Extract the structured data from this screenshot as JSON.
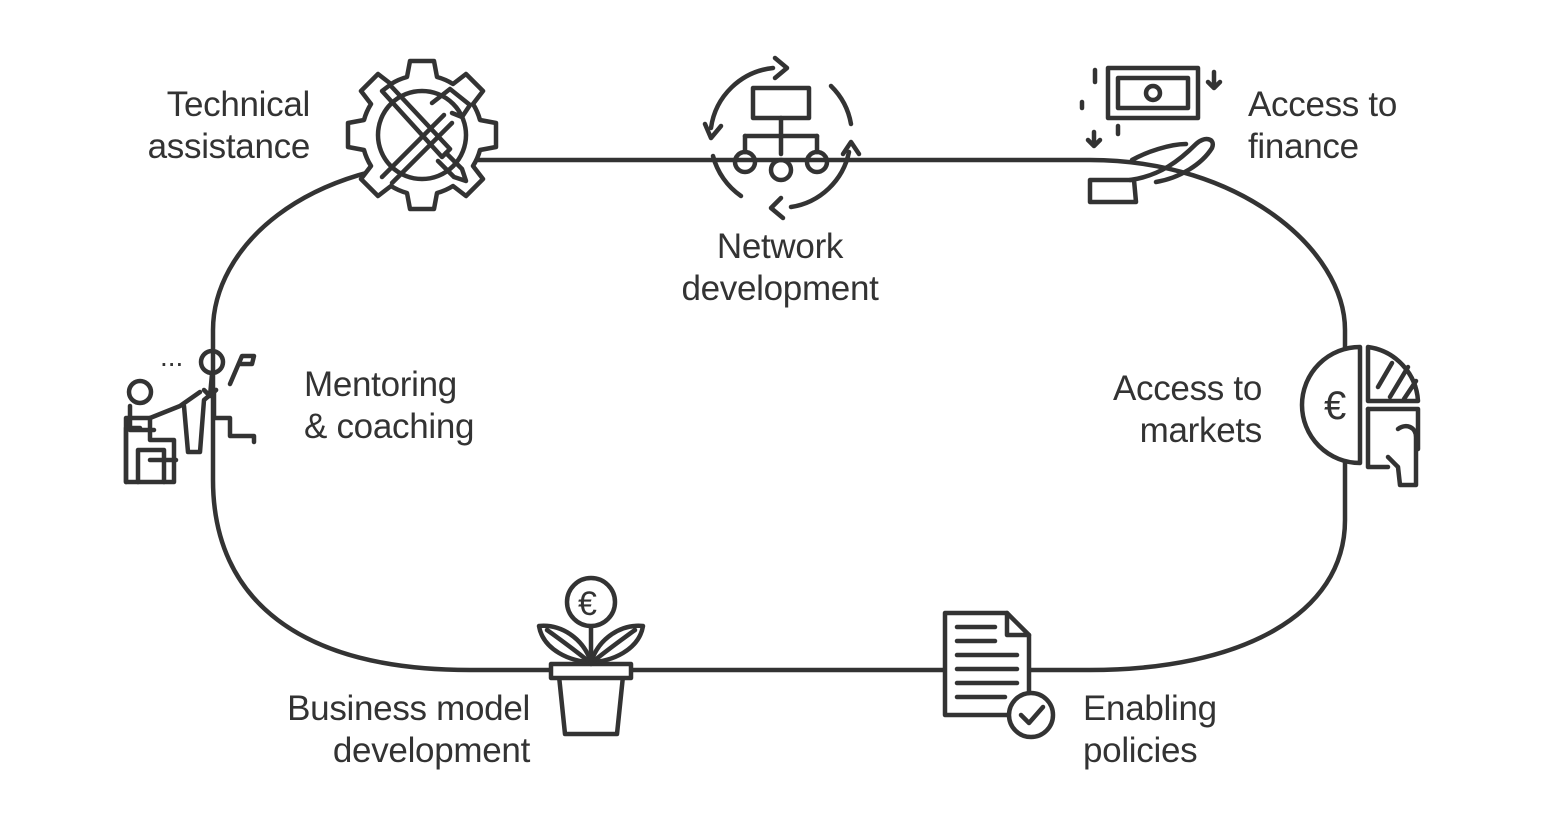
{
  "colors": {
    "ink": "#333333",
    "background": "#ffffff"
  },
  "nodes": [
    {
      "id": "technical-assistance",
      "icon": "gear-tools-icon",
      "lines": [
        "Technical",
        "assistance"
      ]
    },
    {
      "id": "network-development",
      "icon": "network-cycle-icon",
      "lines": [
        "Network",
        "development"
      ]
    },
    {
      "id": "access-to-finance",
      "icon": "hand-money-icon",
      "lines": [
        "Access to",
        "finance"
      ]
    },
    {
      "id": "access-to-markets",
      "icon": "pie-chart-hand-icon",
      "lines": [
        "Access to",
        "markets"
      ]
    },
    {
      "id": "enabling-policies",
      "icon": "document-check-icon",
      "lines": [
        "Enabling",
        "policies"
      ]
    },
    {
      "id": "business-model-development",
      "icon": "money-plant-icon",
      "lines": [
        "Business model",
        "development"
      ]
    },
    {
      "id": "mentoring-coaching",
      "icon": "mentor-climb-icon",
      "lines": [
        "Mentoring",
        "& coaching"
      ]
    }
  ],
  "symbols": {
    "currency": "€",
    "ellipsis": "..."
  }
}
